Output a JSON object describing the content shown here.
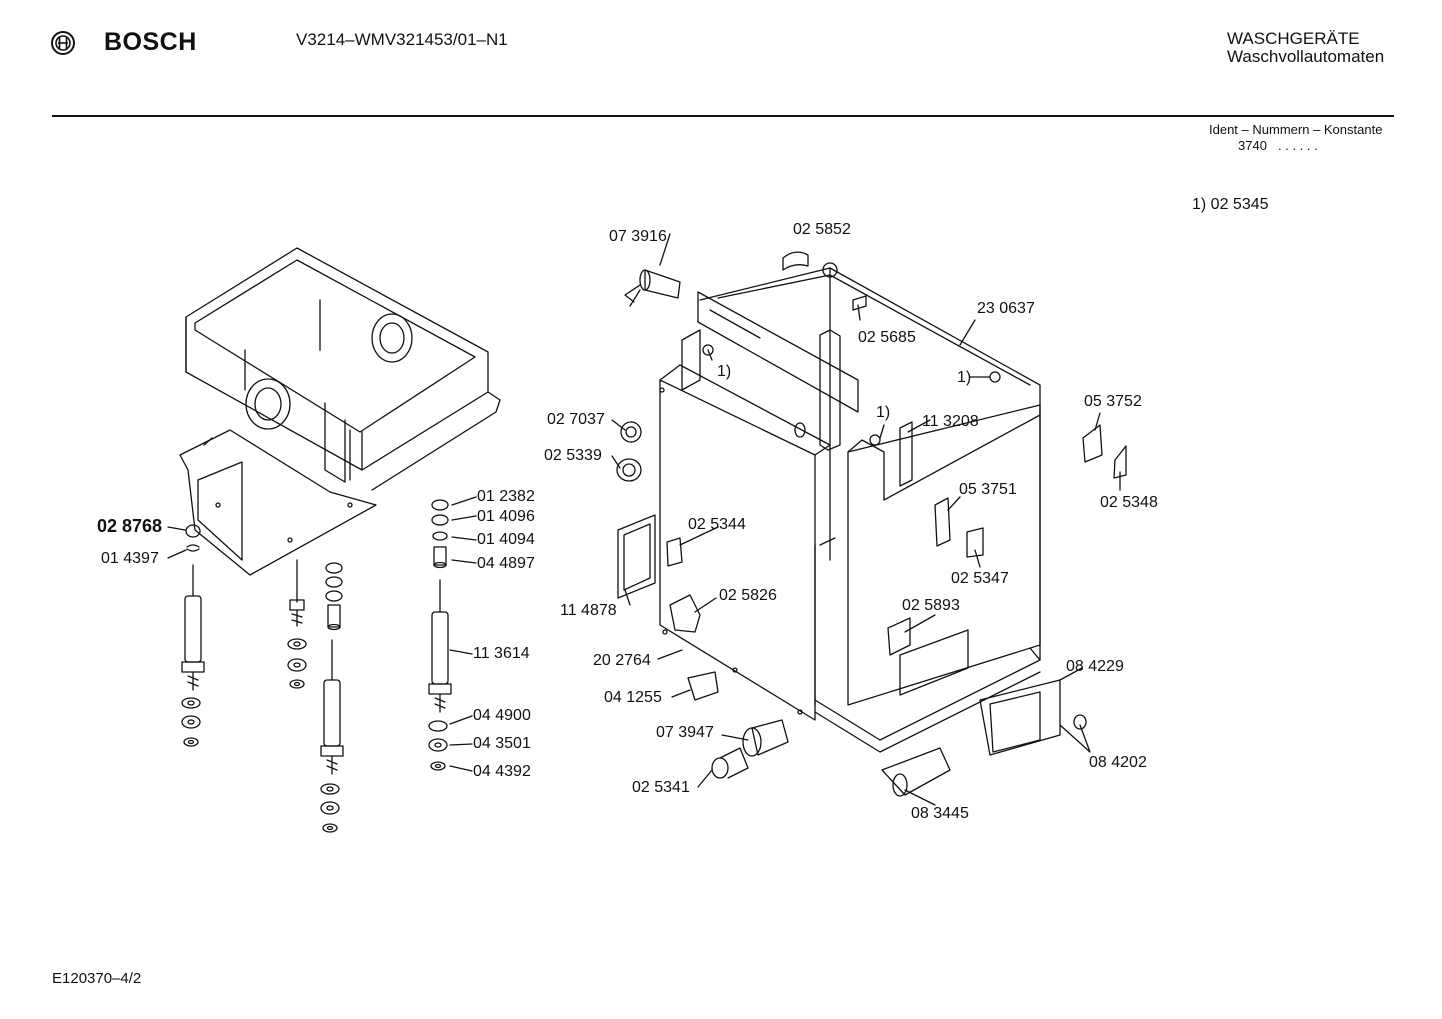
{
  "header": {
    "brand": "BOSCH",
    "logo_icon": "bosch-logo-icon",
    "model": "V3214–WMV321453/01–N1",
    "category_line1": "WASCHGERÄTE",
    "category_line2": "Waschvollautomaten"
  },
  "ident": {
    "title": "Ident – Nummern – Konstante",
    "value": "3740",
    "dots": ". . . . . ."
  },
  "footnote": "1)  02 5345",
  "footer_code": "E120370–4/2",
  "parts": {
    "p028768": "02 8768",
    "p014397": "01 4397",
    "p012382": "01 2382",
    "p014096": "01 4096",
    "p014094": "01 4094",
    "p044897": "04 4897",
    "p113614": "11 3614",
    "p044900": "04 4900",
    "p043501": "04 3501",
    "p044392": "04 4392",
    "p073916": "07 3916",
    "p025852": "02 5852",
    "p025685": "02 5685",
    "p230637": "23 0637",
    "p027037": "02 7037",
    "p025339": "02 5339",
    "p113208": "11 3208",
    "p053752": "05 3752",
    "p025348": "02 5348",
    "p053751": "05 3751",
    "p025344": "02 5344",
    "p025347": "02 5347",
    "p114878": "11 4878",
    "p025826": "02 5826",
    "p025893": "02 5893",
    "p202764": "20 2764",
    "p084229": "08 4229",
    "p041255": "04 1255",
    "p073947": "07 3947",
    "p084202": "08 4202",
    "p025341": "02 5341",
    "p083445": "08 3445",
    "note1": "1)"
  }
}
